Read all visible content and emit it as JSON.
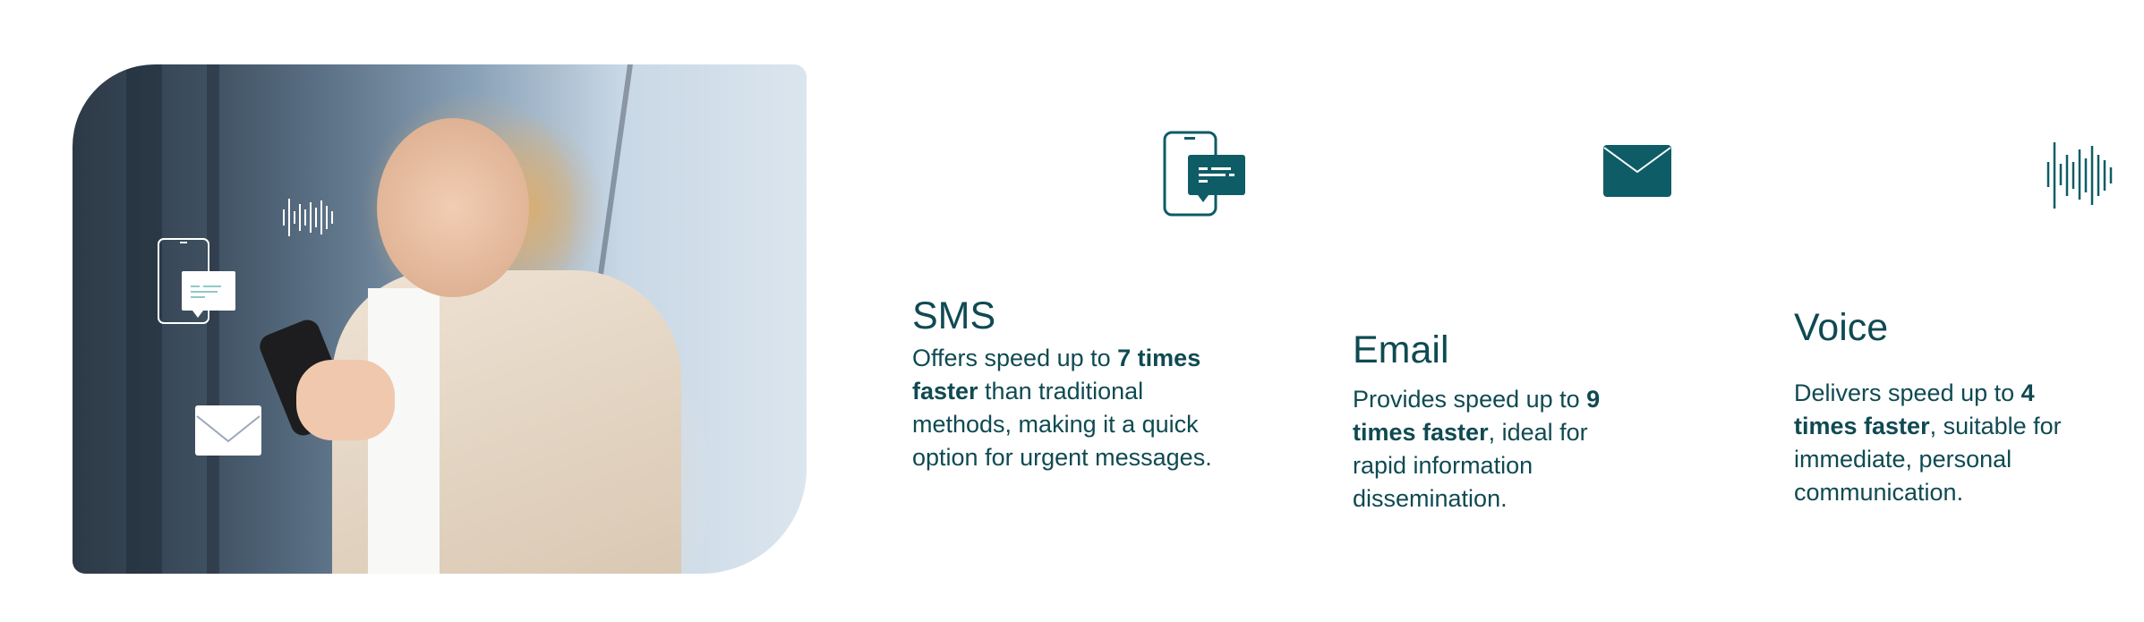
{
  "colors": {
    "text": "#0f4a52",
    "icon": "#0e5c66"
  },
  "hero": {
    "image": "woman-with-phone-photo"
  },
  "features": [
    {
      "icon": "sms-phone-icon",
      "title": "SMS",
      "pre": "Offers speed up to ",
      "bold": "7 times faster",
      "post": " than traditional methods, making it a quick option for urgent messages."
    },
    {
      "icon": "envelope-icon",
      "title": "Email",
      "pre": "Provides speed up to ",
      "bold": "9 times faster",
      "post": ", ideal for rapid information dissemination."
    },
    {
      "icon": "voice-waveform-icon",
      "title": "Voice",
      "pre": "Delivers speed up to ",
      "bold": "4 times faster",
      "post": ", suitable for immediate, personal communication."
    }
  ]
}
